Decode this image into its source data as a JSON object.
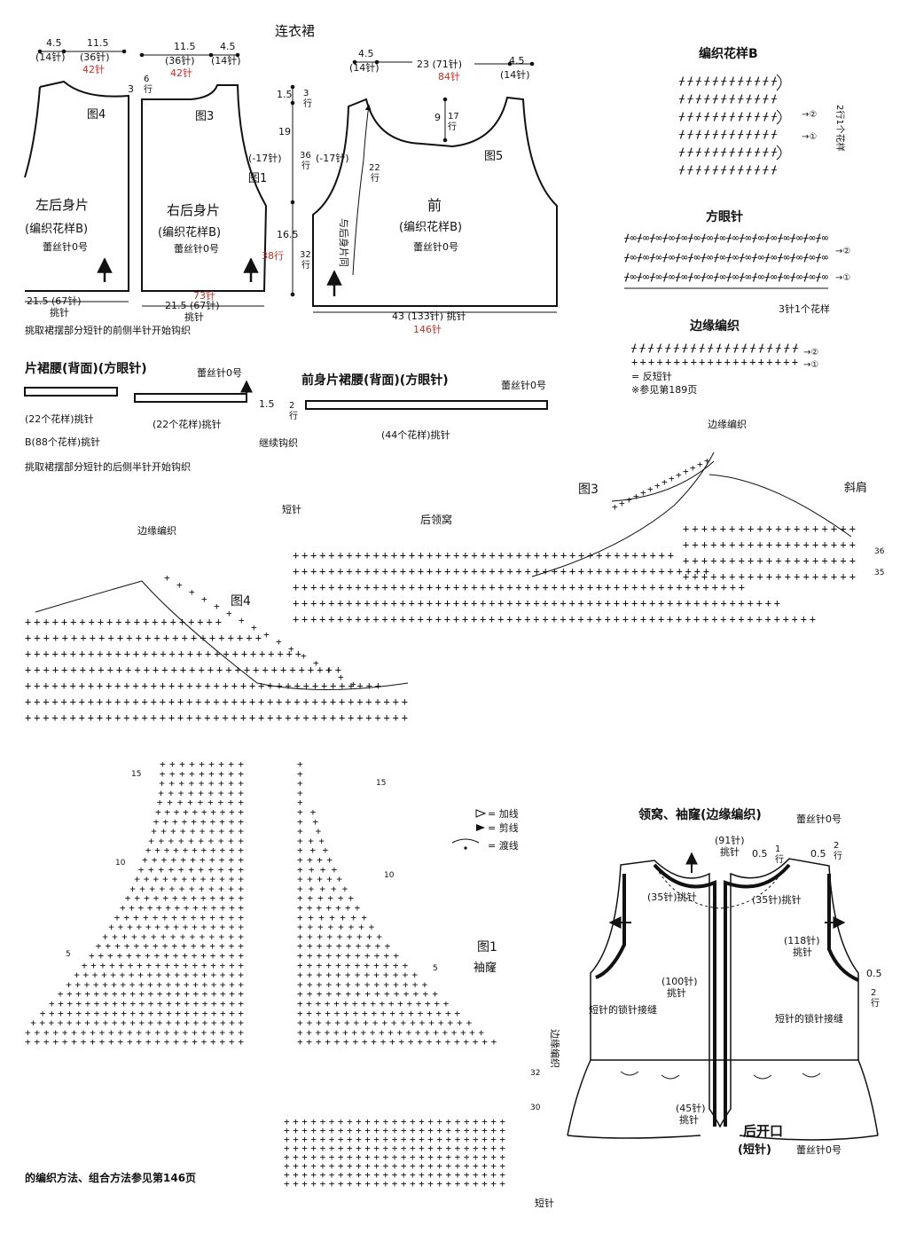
{
  "title": "连衣裙",
  "pieces": {
    "fig4": {
      "label": "图4",
      "name": "左后身片",
      "pattern": "(编织花样B)",
      "hook": "蕾丝针0号",
      "top_left": "4.5",
      "top_left_st": "(14针)",
      "top_right": "11.5",
      "top_right_st": "(36针)",
      "top_red": "42针",
      "bottom": "21.5 (67针)",
      "bottom_sub": "挑针"
    },
    "fig3": {
      "label": "图3",
      "name": "右后身片",
      "pattern": "(编织花样B)",
      "hook": "蕾丝针0号",
      "top_left": "11.5",
      "top_left_st": "(36针)",
      "top_red": "42针",
      "top_right": "4.5",
      "top_right_st": "(14针)",
      "shoulder_rows": "6",
      "shoulder_rows_sub": "行",
      "shoulder_cm": "3",
      "bottom": "21.5 (67针)",
      "bottom_sub": "挑针",
      "bottom_red": "73针"
    },
    "fig1": {
      "label": "图1",
      "d1": "1.5",
      "d1_rows": "3",
      "d1_sub": "行",
      "d2": "19",
      "d2_rows": "36",
      "d2_sub": "行",
      "dec_left": "(-17针)",
      "dec_right": "(-17针)",
      "d3": "16.5",
      "d3_rows": "32",
      "d3_sub": "行",
      "d3_red": "38行"
    },
    "fig5": {
      "label": "图5",
      "name": "前",
      "pattern": "(编织花样B)",
      "hook": "蕾丝针0号",
      "top_left": "4.5",
      "top_left_st": "(14针)",
      "top_mid": "23 (71针)",
      "top_red": "84针",
      "top_right": "4.5",
      "top_right_st": "(14针)",
      "neck_cm": "9",
      "neck_rows": "17",
      "neck_sub": "行",
      "arm_rows": "22",
      "arm_sub": "行",
      "same_note": "与后身片同",
      "bottom": "43 (133针) 挑针",
      "bottom_red": "146针"
    }
  },
  "notes": {
    "front_half": "挑取裙摆部分短针的前侧半针开始钩织",
    "back_half": "挑取裙摆部分短针的后侧半针开始钩织",
    "bottom_ref": "的编织方法、组合方法参见第146页"
  },
  "waist": {
    "back_title": "片裙腰(背面)(方眼针)",
    "back_hook": "蕾丝针0号",
    "front_title": "前身片裙腰(背面)(方眼针)",
    "front_hook": "蕾丝针0号",
    "lbl_22a": "(22个花样)挑针",
    "lbl_22b": "(22个花样)挑针",
    "lbl_88": "B(88个花样)挑针",
    "lbl_44": "(44个花样)挑针",
    "gap_cm": "1.5",
    "gap_rows": "2",
    "gap_sub": "行",
    "continue": "继续钩织"
  },
  "swatches": {
    "b_title": "编织花样B",
    "b_rows": "2行1个花样",
    "grid_title": "方眼针",
    "grid_rep": "3针1个花样",
    "edge_title": "边缘编织",
    "edge_sym": "= 反短针",
    "edge_ref": "※参见第189页"
  },
  "charts": {
    "fig3_label": "图3",
    "fig3_neck": "后领窝",
    "fig3_shoulder": "斜肩",
    "fig3_edge": "边缘编织",
    "fig3_sc": "短针",
    "fig4_label": "图4",
    "fig4_edge": "边缘编织",
    "fig1_label": "图1",
    "fig1_sub": "袖窿",
    "fig1_edge": "边缘编织",
    "fig1_sc": "短针",
    "n15": "15",
    "n10": "10",
    "n5": "5",
    "n36": "36",
    "n35": "35",
    "n32": "32",
    "n30": "30"
  },
  "legend": {
    "add": "= 加线",
    "cut": "= 剪线",
    "cross": "= 渡线"
  },
  "finishing": {
    "title": "领窝、袖窿(边缘编织)",
    "hook": "蕾丝针0号",
    "neck_total": "(91针)",
    "neck_total_sub": "挑针",
    "neck_left": "(35针)挑针",
    "neck_right": "(35针)挑针",
    "arm": "(118针)",
    "arm_sub": "挑针",
    "back_open": "(100针)",
    "back_open_sub": "挑针",
    "open_low": "(45针)",
    "open_low_sub": "挑针",
    "e1": "0.5",
    "e1_rows": "1",
    "e1_sub": "行",
    "e2": "0.5",
    "e2_rows": "2",
    "e2_sub": "行",
    "e3": "0.5",
    "e3_rows": "2",
    "e3_sub": "行",
    "seam_left": "短针的锁针接缝",
    "seam_right": "短针的锁针接缝",
    "back_title": "后开口",
    "back_sub": "(短针)",
    "back_hook": "蕾丝针0号"
  }
}
